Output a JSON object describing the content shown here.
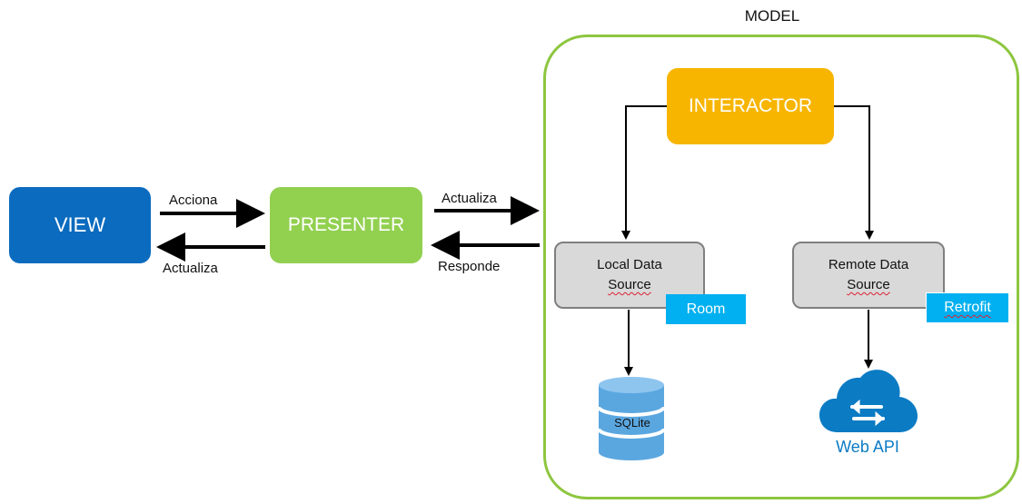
{
  "model": {
    "title": "MODEL"
  },
  "nodes": {
    "view": "VIEW",
    "presenter": "PRESENTER",
    "interactor": "INTERACTOR",
    "local": {
      "line1": "Local Data",
      "line2": "Source"
    },
    "remote": {
      "line1": "Remote Data",
      "line2": "Source"
    }
  },
  "tags": {
    "room": "Room",
    "retrofit": "Retrofit"
  },
  "edges": {
    "acciona": "Acciona",
    "actualiza_view": "Actualiza",
    "actualiza_model": "Actualiza",
    "responde": "Responde"
  },
  "icons": {
    "database": "database-icon",
    "cloud": "cloud-icon",
    "database_label": "SQLite",
    "cloud_label": "Web API"
  },
  "colors": {
    "view": "#0b6bbf",
    "presenter": "#92d050",
    "interactor": "#f7b500",
    "data_source": "#d9d9d9",
    "tag": "#00b0f0",
    "model_border": "#8dc63f",
    "icon_blue": "#0b7bc4"
  }
}
